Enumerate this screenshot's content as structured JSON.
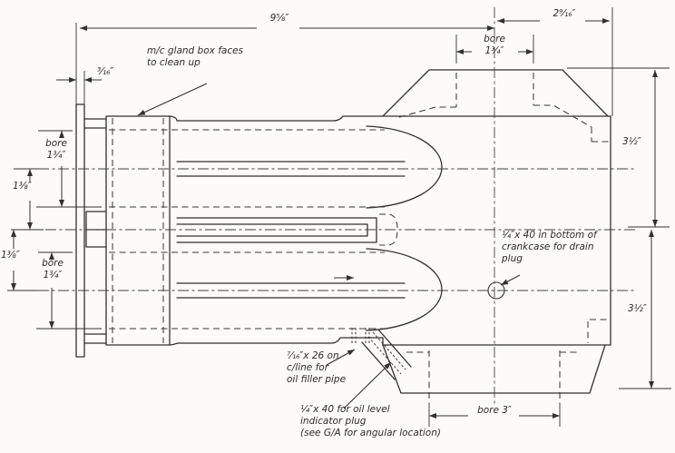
{
  "dimensions": {
    "overall_length": "9⅝″",
    "right_width": "2⁹⁄₁₆″",
    "bore_top": "bore\n1¾″",
    "flange_thickness": "³⁄₁₆″",
    "bore_left_top": "bore\n1¾″",
    "cyl_spacing_upper": "1⅜″",
    "cyl_spacing_lower": "1⅜″",
    "bore_left_bottom": "bore\n1¾″",
    "crankcase_half_top": "3½″",
    "crankcase_half_bottom": "3½″",
    "crank_bore": "bore 3″"
  },
  "notes": {
    "gland": "m/c gland box faces\nto clean up",
    "drain": "¼″x 40 in bottom of\ncrankcase for drain\nplug",
    "filler": "⁷⁄₁₆″x 26 on\nc/line for\noil filler pipe",
    "oil_level": "¼″x 40 for oil level\nindicator plug\n(see G/A for angular location)"
  }
}
